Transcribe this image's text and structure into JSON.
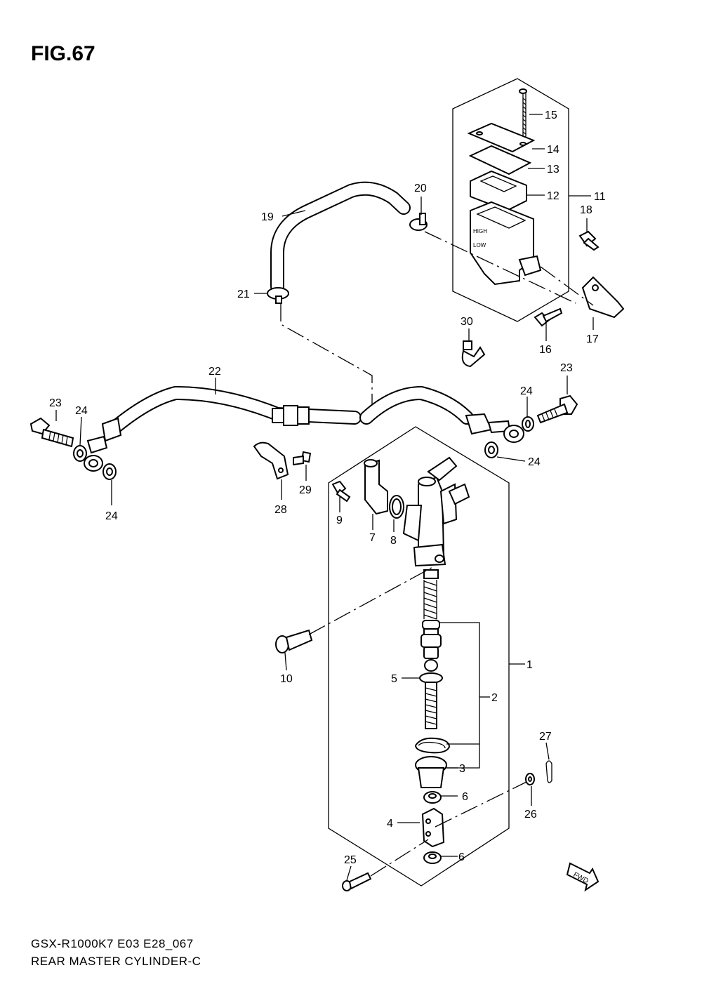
{
  "figure": {
    "title": "FIG.67",
    "model_code": "GSX-R1000K7 E03 E28_067",
    "caption": "REAR MASTER CYLINDER-C",
    "fwd_label": "FWD",
    "reservoir_high_label": "HIGH",
    "reservoir_low_label": "LOW"
  },
  "callouts": [
    "1",
    "2",
    "3",
    "4",
    "5",
    "6",
    "6",
    "7",
    "8",
    "9",
    "10",
    "11",
    "12",
    "13",
    "14",
    "15",
    "16",
    "17",
    "18",
    "19",
    "20",
    "21",
    "22",
    "23",
    "23",
    "24",
    "24",
    "24",
    "24",
    "25",
    "26",
    "27",
    "28",
    "29",
    "30"
  ]
}
